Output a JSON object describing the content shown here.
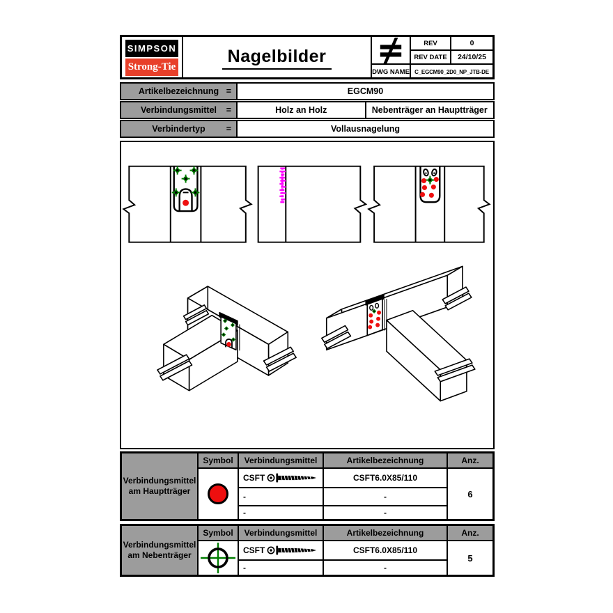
{
  "colors": {
    "line": "#000000",
    "cell_gray": "#9c9c9c",
    "logo_red": "#e8402a",
    "marker_red": "#ee0f0f",
    "marker_green": "#007d00",
    "side_view_magenta": "#ff00ff"
  },
  "header": {
    "logo_line1": "SIMPSON",
    "logo_line2": "Strong-Tie",
    "title": "Nagelbilder",
    "symbol": "≠",
    "rev_label": "REV",
    "rev_value": "0",
    "rev_date_label": "REV DATE",
    "rev_date_value": "24/10/25",
    "dwg_name_label": "DWG NAME",
    "dwg_name_value": "C_EGCM90_2D0_NP_JTB-DE"
  },
  "info": {
    "rows": [
      {
        "label": "Artikelbezeichnung",
        "eq": "=",
        "values": [
          "EGCM90"
        ]
      },
      {
        "label": "Verbindungsmittel",
        "eq": "=",
        "values": [
          "Holz an Holz",
          "Nebenträger an Hauptträger"
        ]
      },
      {
        "label": "Verbindertyp",
        "eq": "=",
        "values": [
          "Vollausnagelung"
        ]
      }
    ]
  },
  "drawings": {
    "views_2d": [
      "nail-pattern-front-face",
      "side-section-with-fasteners",
      "nail-pattern-rear-face"
    ],
    "views_3d": [
      "beam-joint-isometric-front",
      "beam-joint-isometric-back"
    ]
  },
  "fastener_tables": [
    {
      "row_label": "Verbindungsmittel am Hauptträger",
      "columns": [
        "Symbol",
        "Verbindungsmittel",
        "Artikelbezeichnung",
        "Anz."
      ],
      "symbol": "red-filled-circle",
      "rows": [
        {
          "verbindungsmittel": "CSFT",
          "artikelbezeichnung": "CSFT6.0X85/110"
        },
        {
          "verbindungsmittel": "-",
          "artikelbezeichnung": "-"
        },
        {
          "verbindungsmittel": "-",
          "artikelbezeichnung": "-"
        }
      ],
      "anzahl": "6"
    },
    {
      "row_label": "Verbindungsmittel am Nebenträger",
      "columns": [
        "Symbol",
        "Verbindungsmittel",
        "Artikelbezeichnung",
        "Anz."
      ],
      "symbol": "green-crosshair-circle",
      "rows": [
        {
          "verbindungsmittel": "CSFT",
          "artikelbezeichnung": "CSFT6.0X85/110"
        },
        {
          "verbindungsmittel": "-",
          "artikelbezeichnung": "-"
        }
      ],
      "anzahl": "5"
    }
  ]
}
